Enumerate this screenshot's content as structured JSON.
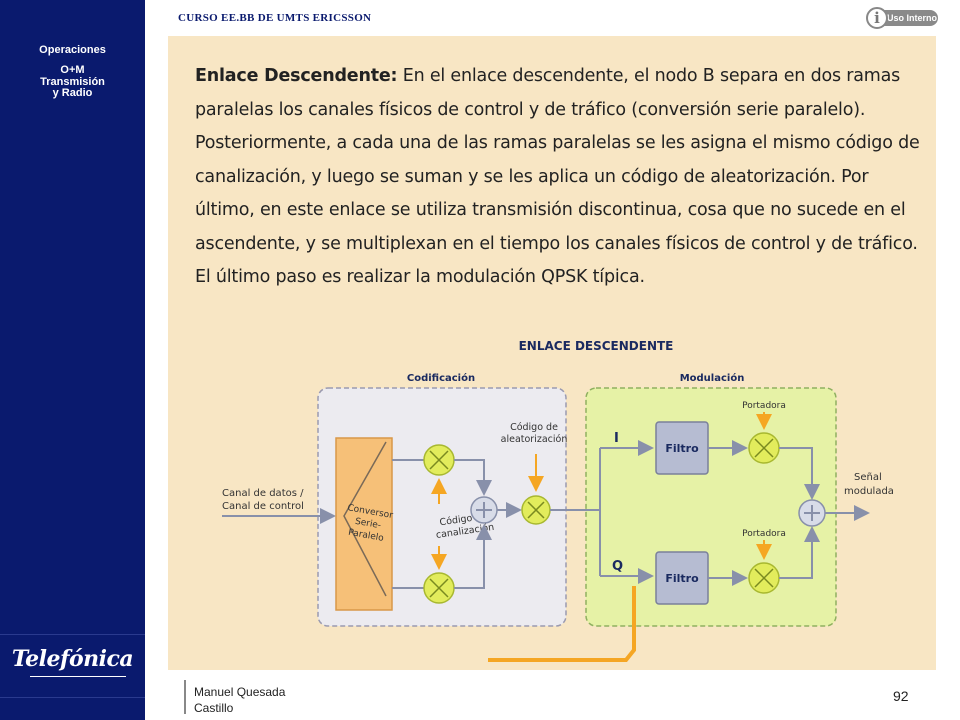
{
  "sidebar": {
    "line1": "Operaciones",
    "line2": "O+M",
    "line3": "Transmisión",
    "line4": "y Radio",
    "logo": "Telefónica"
  },
  "header": {
    "course_title": "CURSO EE.BB DE UMTS ERICSSON",
    "badge_icon": "info-icon",
    "badge_label": "Uso Interno"
  },
  "text": {
    "heading": "Enlace Descendente:",
    "body": " En el enlace descendente, el nodo B separa en dos ramas paralelas los canales físicos de control y de tráfico (conversión serie paralelo). Posteriormente, a cada una de las ramas paralelas se les asigna el mismo código de canalización, y luego se suman y se les aplica un código de aleatorización. Por último, en este enlace se utiliza transmisión discontinua, cosa que no sucede en el ascendente, y se multiplexan en el tiempo los canales físicos de control y de tráfico. El último paso es realizar la modulación QPSK típica."
  },
  "diagram": {
    "title": "ENLACE DESCENDENTE",
    "coding_label": "Codificación",
    "modulation_label": "Modulación",
    "input_line1": "Canal de datos /",
    "input_line2": "Canal de control",
    "converter_line1": "Conversor",
    "converter_line2": "Serie-",
    "converter_line3": "Paralelo",
    "scrambling_line1": "Código de",
    "scrambling_line2": "aleatorización",
    "channel_line1": "Código de",
    "channel_line2": "canalización",
    "i_label": "I",
    "q_label": "Q",
    "filter_top": "Filtro",
    "filter_bottom": "Filtro",
    "carrier_top": "Portadora",
    "carrier_bottom": "Portadora",
    "output_line1": "Señal",
    "output_line2": "modulada",
    "colors": {
      "coding_bg": "#ecebf0",
      "modulation_bg": "#e6f2a6",
      "converter": "#f6c078",
      "mixer": "#e2ec5c",
      "filter": "#b6bcd2",
      "arrow_orange": "#f5a623",
      "line": "#8890aa"
    }
  },
  "footer": {
    "author_line1": "Manuel Quesada",
    "author_line2": "Castillo",
    "page_number": "92"
  }
}
